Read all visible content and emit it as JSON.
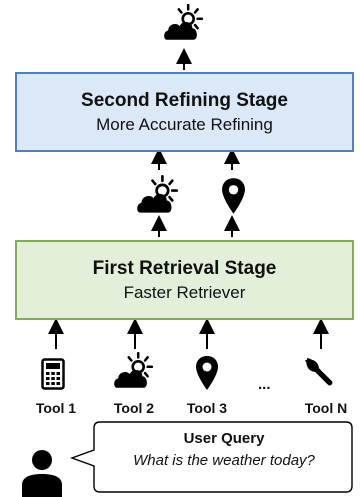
{
  "stages": {
    "second": {
      "title": "Second Refining Stage",
      "subtitle": "More Accurate Refining"
    },
    "first": {
      "title": "First Retrieval Stage",
      "subtitle": "Faster Retriever"
    }
  },
  "tools": [
    {
      "label": "Tool 1",
      "icon": "calculator-icon"
    },
    {
      "label": "Tool 2",
      "icon": "weather-icon"
    },
    {
      "label": "Tool 3",
      "icon": "location-pin-icon"
    },
    {
      "label": "Tool N",
      "icon": "wrench-icon"
    }
  ],
  "ellipsis": "...",
  "user_query": {
    "title": "User Query",
    "text": "What is the weather today?"
  },
  "colors": {
    "second_fill": "#dae8f7",
    "second_border": "#4f7fc1",
    "first_fill": "#e4efd9",
    "first_border": "#7fae57"
  }
}
